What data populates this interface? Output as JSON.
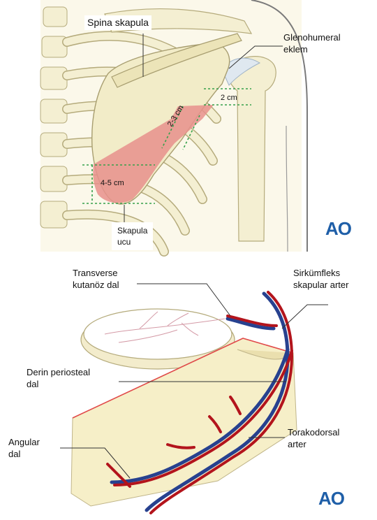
{
  "top_panel": {
    "labels": {
      "spina": "Spina skapula",
      "gleno_1": "Glenohumeral",
      "gleno_2": "eklem",
      "tip_1": "Skapula",
      "tip_2": "ucu"
    },
    "measurements": {
      "m1": "2 cm",
      "m2": "2-3 cm",
      "m3": "4-5 cm"
    },
    "logo": "AO"
  },
  "bottom_panel": {
    "labels": {
      "transverse_1": "Transverse",
      "transverse_2": "kutanöz dal",
      "circumflex_1": "Sirkümfleks",
      "circumflex_2": "skapular arter",
      "periosteal_1": "Derin periosteal",
      "periosteal_2": "dal",
      "angular_1": "Angular",
      "angular_2": "dal",
      "thoraco_1": "Torakodorsal",
      "thoraco_2": "arter"
    },
    "logo": "AO"
  },
  "colors": {
    "bone": "#f4efd2",
    "bone_outline": "#b5ab7c",
    "flap": "#e8918c",
    "artery": "#b3141c",
    "vein": "#27418f",
    "guide": "#35a04b",
    "logo": "#1f5fa8"
  }
}
